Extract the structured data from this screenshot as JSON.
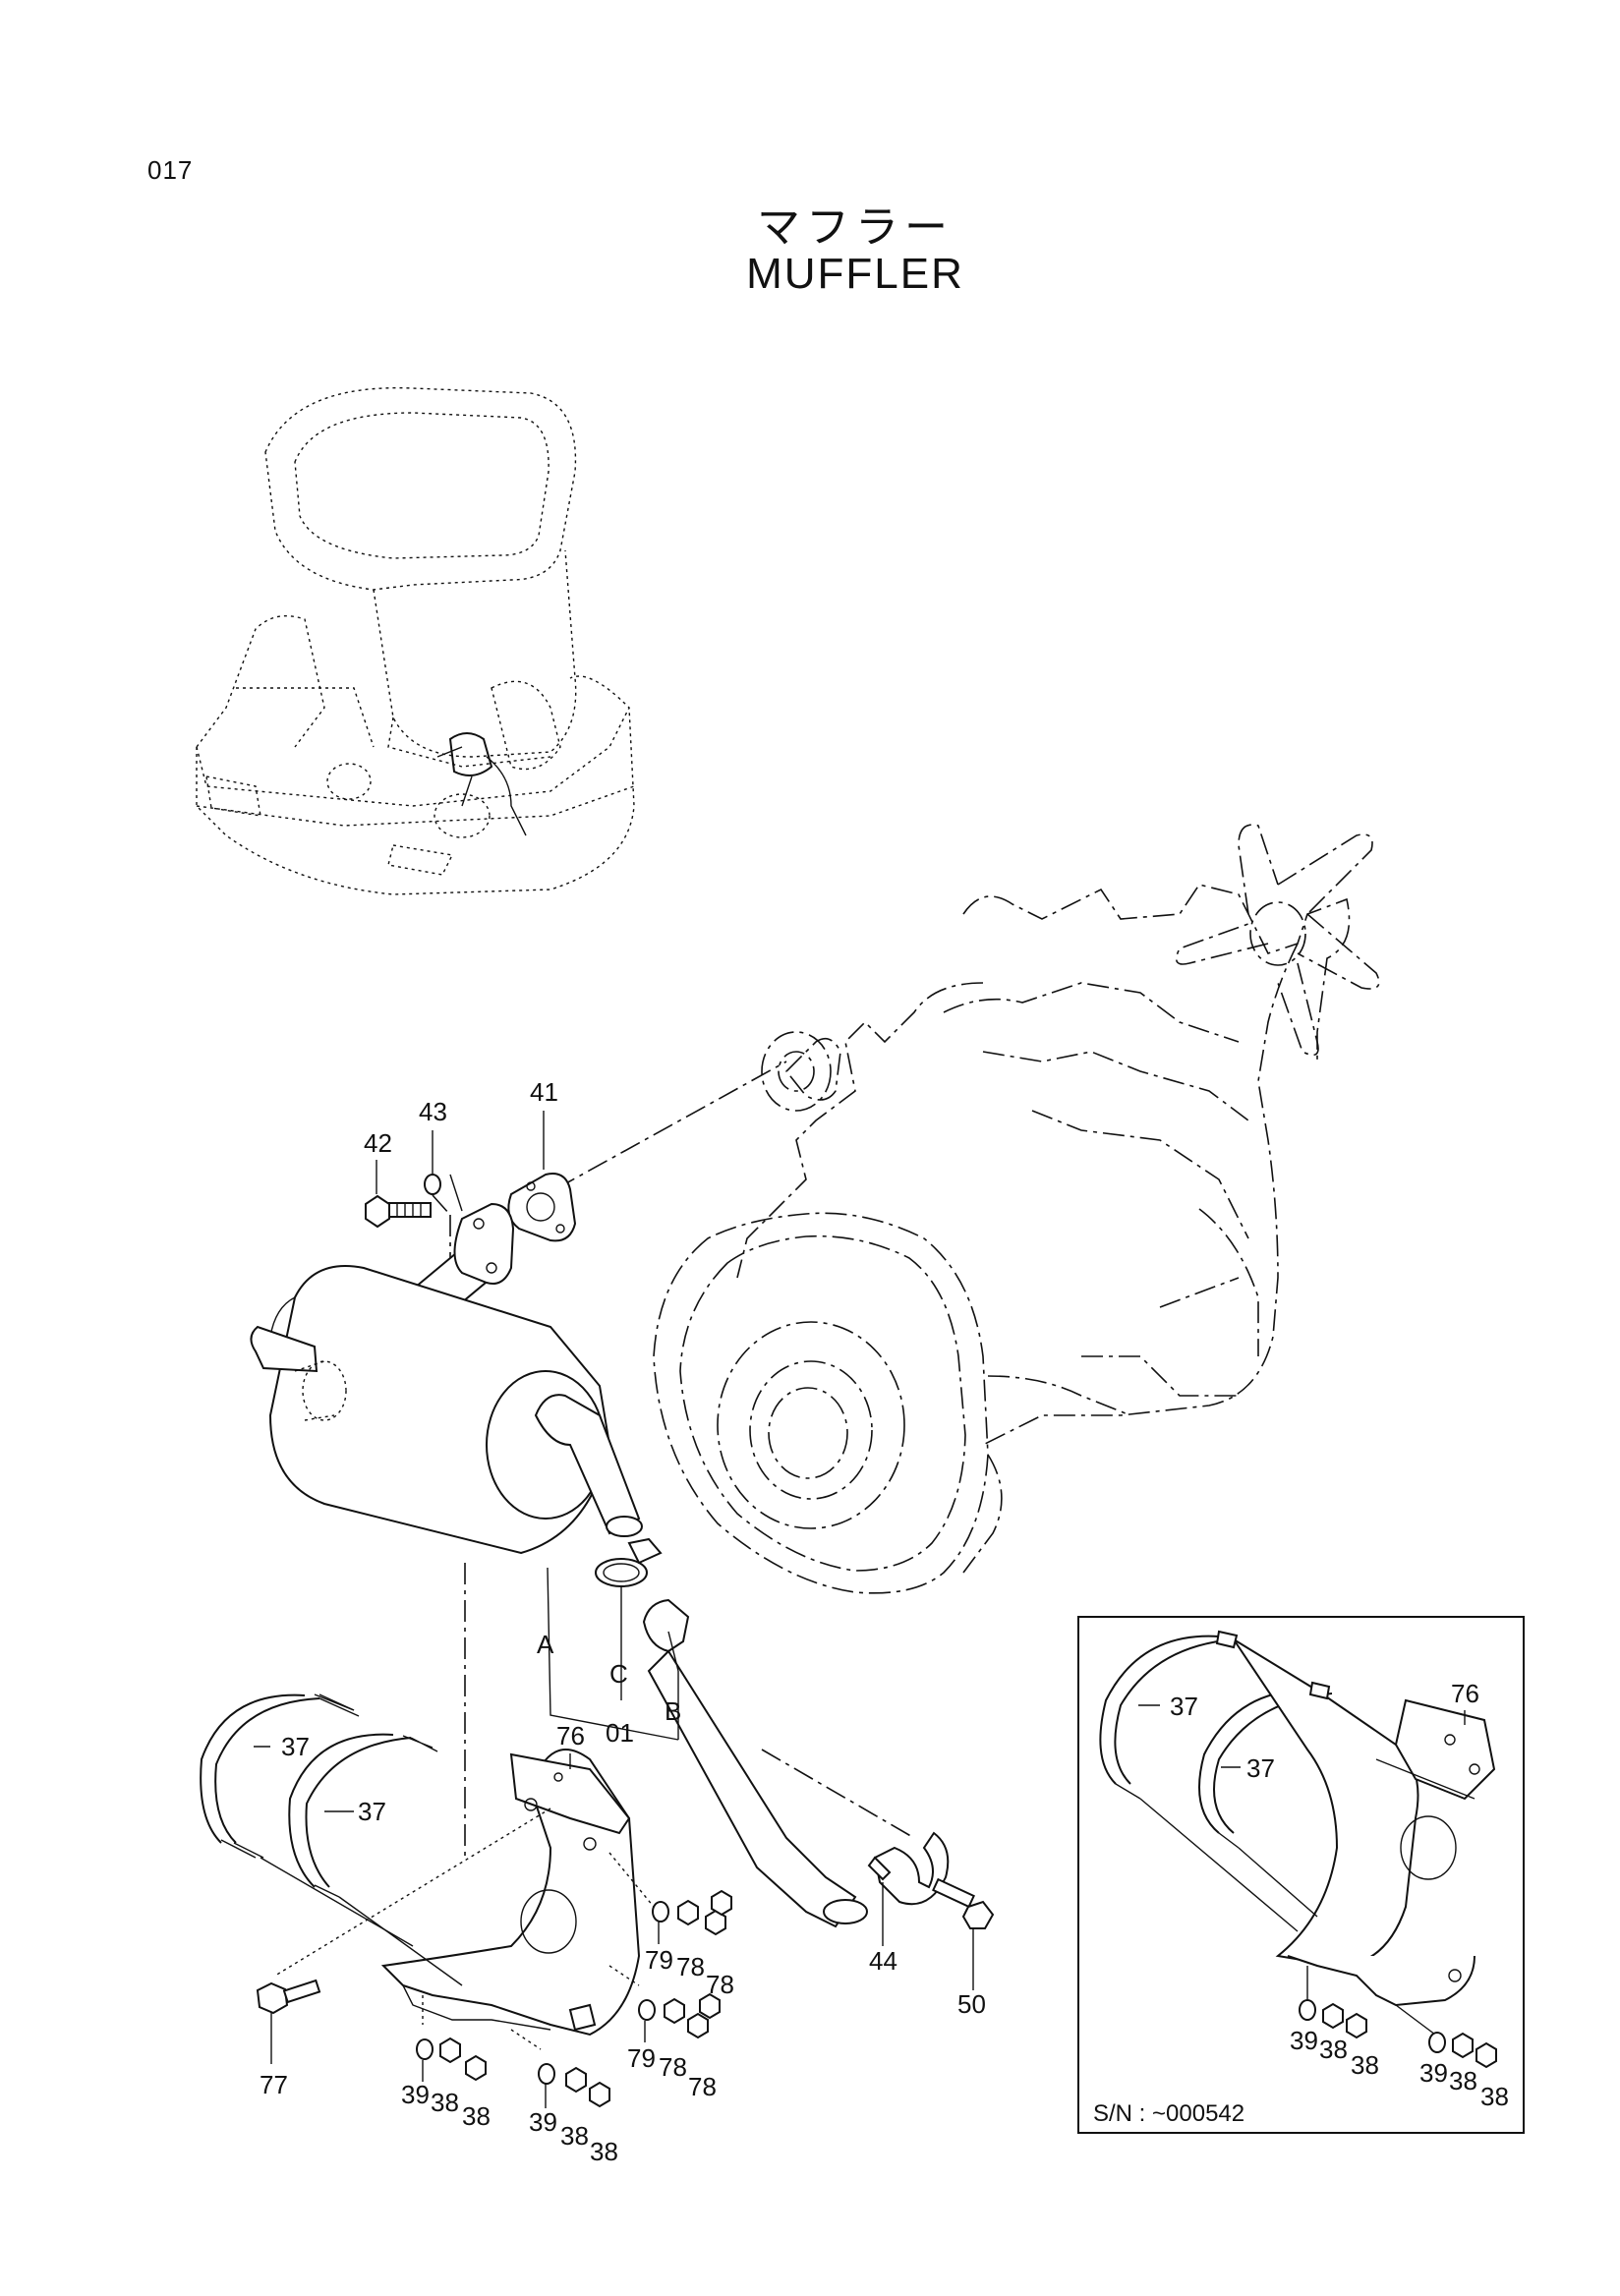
{
  "page_number": "017",
  "title_jp": "マフラー",
  "title_en": "MUFFLER",
  "serial_note": "S/N : ~000542",
  "callouts": {
    "c42": "42",
    "c43": "43",
    "c41": "41",
    "cA": "A",
    "cC": "C",
    "cB": "B",
    "c01": "01",
    "c37a": "37",
    "c37b": "37",
    "c76a": "76",
    "c79a": "79",
    "c78a": "78",
    "c78b": "78",
    "c79b": "79",
    "c78c": "78",
    "c78d": "78",
    "c77": "77",
    "c44": "44",
    "c50": "50",
    "c39a": "39",
    "c38a": "38",
    "c38b": "38",
    "c39b": "39",
    "c38c": "38",
    "c38d": "38",
    "i37a": "37",
    "i37b": "37",
    "i76": "76",
    "i39a": "39",
    "i38a": "38",
    "i38b": "38",
    "i39b": "39",
    "i38c": "38",
    "i38d": "38"
  }
}
